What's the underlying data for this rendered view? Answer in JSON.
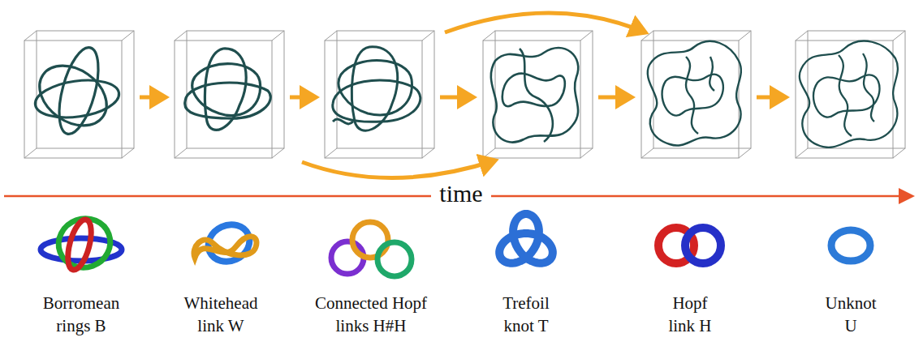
{
  "diagram": {
    "labels": [
      "time",
      "Borromean rings B",
      "Whitehead link W",
      "Connected Hopf links H#H",
      "Trefoil knot T",
      "Hopf link H",
      "Unknot U"
    ]
  }
}
